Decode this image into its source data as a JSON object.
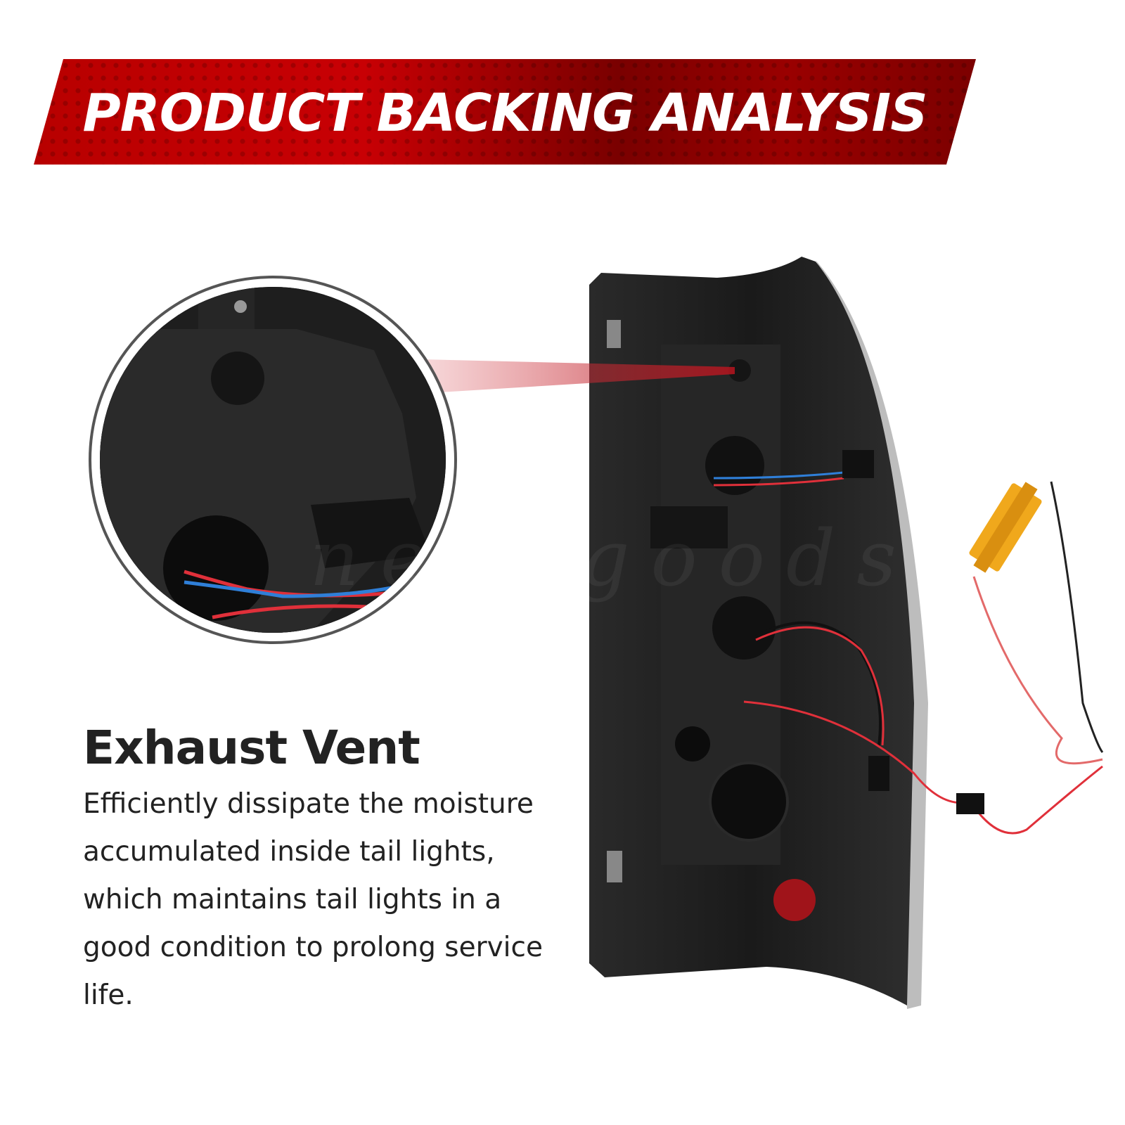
{
  "banner": {
    "title": "PRODUCT BACKING ANALYSIS"
  },
  "feature": {
    "title": "Exhaust Vent",
    "description": "Efficiently dissipate the moisture accumulated inside tail lights, which maintains tail lights in a good condition to prolong service life."
  },
  "watermark": "new goods",
  "colors": {
    "banner_red": "#c80004",
    "banner_dark": "#7a0000",
    "text": "#222222",
    "housing": "#1c1c1c",
    "resistor": "#f0a81c",
    "wire_red": "#e0303a",
    "wire_blue": "#2f7fd8"
  }
}
